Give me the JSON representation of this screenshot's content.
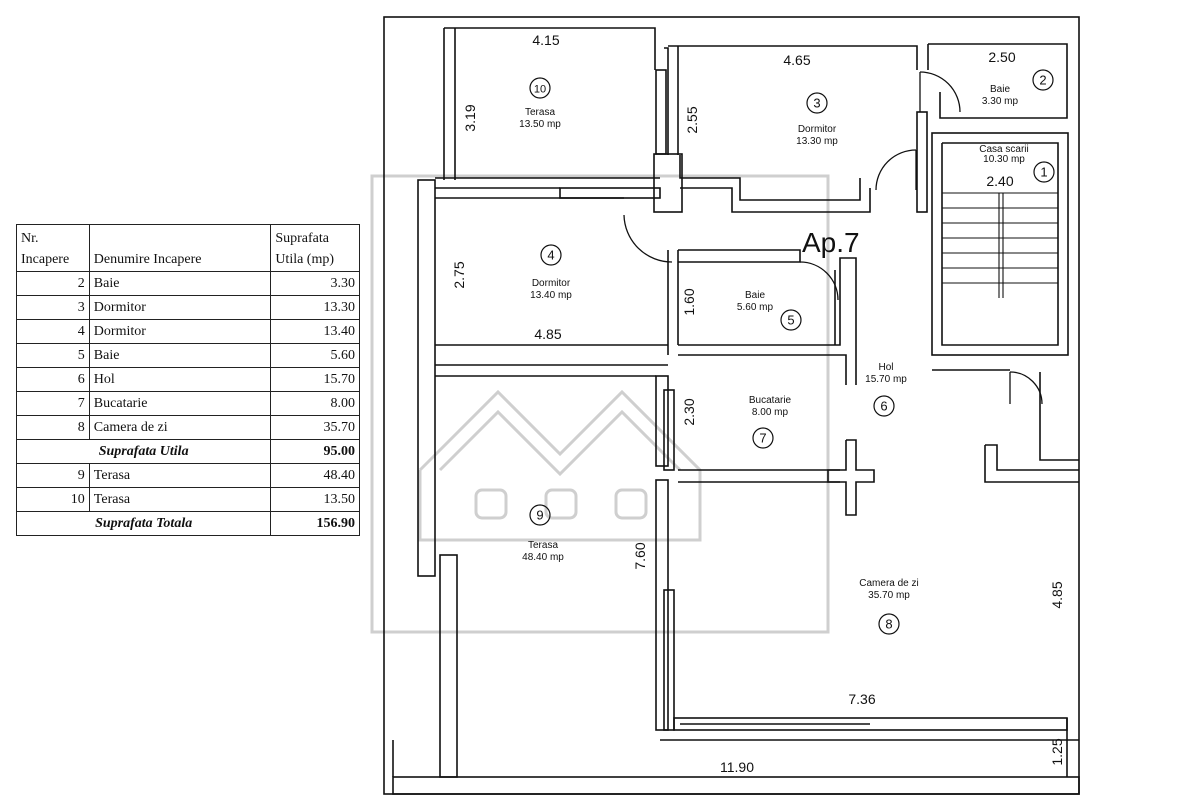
{
  "table": {
    "headers": {
      "nr_line1": "Nr.",
      "nr_line2": "Incapere",
      "name": "Denumire Incapere",
      "area_line1": "Suprafata",
      "area_line2": "Utila (mp)"
    },
    "rows_useful": [
      {
        "nr": "2",
        "name": "Baie",
        "area": "3.30"
      },
      {
        "nr": "3",
        "name": "Dormitor",
        "area": "13.30"
      },
      {
        "nr": "4",
        "name": "Dormitor",
        "area": "13.40"
      },
      {
        "nr": "5",
        "name": "Baie",
        "area": "5.60"
      },
      {
        "nr": "6",
        "name": "Hol",
        "area": "15.70"
      },
      {
        "nr": "7",
        "name": "Bucatarie",
        "area": "8.00"
      },
      {
        "nr": "8",
        "name": "Camera de zi",
        "area": "35.70"
      }
    ],
    "useful_total": {
      "label": "Suprafata Utila",
      "value": "95.00"
    },
    "rows_terrace": [
      {
        "nr": "9",
        "name": "Terasa",
        "area": "48.40"
      },
      {
        "nr": "10",
        "name": "Terasa",
        "area": "13.50"
      }
    ],
    "grand_total": {
      "label": "Suprafata Totala",
      "value": "156.90"
    }
  },
  "plan": {
    "apartment_label": "Ap.7",
    "rooms": [
      {
        "num": "1",
        "name": "Casa scarii",
        "area": "10.30 mp"
      },
      {
        "num": "2",
        "name": "Baie",
        "area": "3.30 mp"
      },
      {
        "num": "3",
        "name": "Dormitor",
        "area": "13.30 mp"
      },
      {
        "num": "4",
        "name": "Dormitor",
        "area": "13.40 mp"
      },
      {
        "num": "5",
        "name": "Baie",
        "area": "5.60 mp"
      },
      {
        "num": "6",
        "name": "Hol",
        "area": "15.70 mp"
      },
      {
        "num": "7",
        "name": "Bucatarie",
        "area": "8.00 mp"
      },
      {
        "num": "8",
        "name": "Camera de zi",
        "area": "35.70 mp"
      },
      {
        "num": "9",
        "name": "Terasa",
        "area": "48.40 mp"
      },
      {
        "num": "10",
        "name": "Terasa",
        "area": "13.50 mp"
      }
    ],
    "dimensions": [
      "4.15",
      "3.19",
      "4.65",
      "2.55",
      "2.50",
      "2.40",
      "2.75",
      "4.85",
      "1.60",
      "2.30",
      "7.60",
      "4.85",
      "7.36",
      "11.90",
      "1.25"
    ]
  },
  "colors": {
    "line": "#111111",
    "watermark": "#cfcfcf"
  }
}
